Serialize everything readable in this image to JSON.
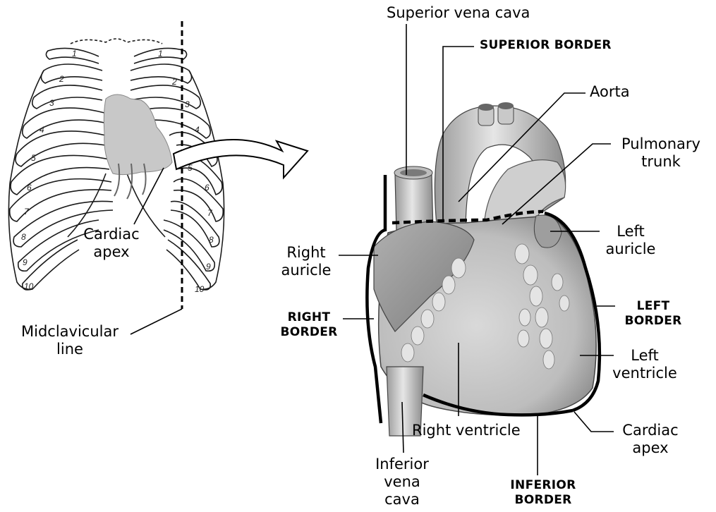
{
  "labels": {
    "cardiac_apex_left": [
      "Cardiac",
      "apex"
    ],
    "midclavicular_line": [
      "Midclavicular",
      "line"
    ],
    "superior_vena_cava": "Superior vena cava",
    "superior_border": "SUPERIOR BORDER",
    "aorta": "Aorta",
    "pulmonary_trunk": [
      "Pulmonary",
      "trunk"
    ],
    "right_auricle": [
      "Right",
      "auricle"
    ],
    "left_auricle": [
      "Left",
      "auricle"
    ],
    "right_border": [
      "RIGHT",
      "BORDER"
    ],
    "left_border": [
      "LEFT",
      "BORDER"
    ],
    "left_ventricle": [
      "Left",
      "ventricle"
    ],
    "right_ventricle": "Right ventricle",
    "cardiac_apex_right": [
      "Cardiac",
      "apex"
    ],
    "inferior_vena_cava": [
      "Inferior",
      "vena",
      "cava"
    ],
    "inferior_border": [
      "INFERIOR",
      "BORDER"
    ]
  },
  "rib_numbers": {
    "left_side": [
      "1",
      "2",
      "3",
      "4",
      "5",
      "6",
      "7",
      "8",
      "9",
      "10"
    ],
    "right_side": [
      "1",
      "2",
      "3",
      "4",
      "5",
      "6",
      "7",
      "8",
      "9",
      "10"
    ]
  }
}
